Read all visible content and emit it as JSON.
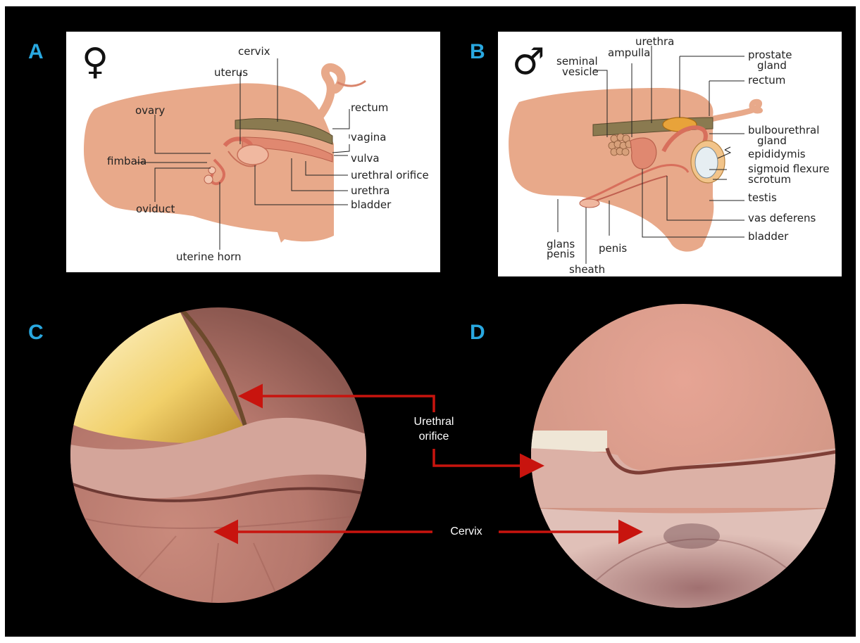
{
  "colors": {
    "letter": "#29a8e0",
    "background": "#000000",
    "arrow": "#c8140e",
    "tissue": "#e8a98a"
  },
  "panels": {
    "a": {
      "letter": "A",
      "symbol": "♀",
      "labels": {
        "cervix": "cervix",
        "uterus": "uterus",
        "ovary": "ovary",
        "rectum": "rectum",
        "vagina": "vagina",
        "vulva": "vulva",
        "fimbaia": "fimbaia",
        "urethral_orifice": "urethral orifice",
        "urethra": "urethra",
        "bladder": "bladder",
        "oviduct": "oviduct",
        "uterine_horn": "uterine horn"
      }
    },
    "b": {
      "letter": "B",
      "symbol": "♂",
      "labels": {
        "urethra": "urethra",
        "seminal_vesicle_1": "seminal",
        "seminal_vesicle_2": "vesicle",
        "ampulla": "ampulla",
        "prostate_1": "prostate",
        "prostate_2": "gland",
        "rectum": "rectum",
        "bulbourethral_1": "bulbourethral",
        "bulbourethral_2": "gland",
        "epididymis": "epididymis",
        "sigmoid_flexure": "sigmoid flexure",
        "scrotum": "scrotum",
        "testis": "testis",
        "vas_deferens": "vas deferens",
        "bladder": "bladder",
        "glans_penis_1": "glans",
        "glans_penis_2": "penis",
        "penis": "penis",
        "sheath": "sheath"
      }
    },
    "c": {
      "letter": "C"
    },
    "d": {
      "letter": "D"
    }
  },
  "callouts": {
    "urethral_orifice_1": "Urethral",
    "urethral_orifice_2": "orifice",
    "cervix": "Cervix"
  }
}
